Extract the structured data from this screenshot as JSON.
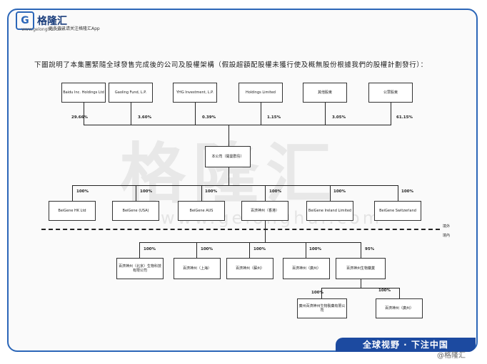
{
  "header": {
    "logo_mark": "G",
    "logo_text": "格隆汇",
    "logo_url": "www.gelonghui.com",
    "logo_sub": "更多资讯请关注格隆汇App"
  },
  "title": "下圖說明了本集團緊隨全球發售完成後的公司及股權架構（假設超額配股權未獲行使及概無股份根據我們的股權計劃發行）：",
  "top_shareholders": [
    {
      "label": "Baidu Inc. Holdings Ltd",
      "pct": "29.66%"
    },
    {
      "label": "Gaoling Fund, L.P.",
      "pct": "3.60%"
    },
    {
      "label": "YHG Investment, L.P.",
      "pct": "0.39%"
    },
    {
      "label": "Holdings Limited",
      "pct": "1.15%"
    },
    {
      "label": "其他股東",
      "pct": "3.05%"
    },
    {
      "label": "公眾股東",
      "pct": "61.15%"
    }
  ],
  "company": {
    "label": "本公司（開曼群島）"
  },
  "subsidiaries": [
    {
      "label": "BeiGene HK Ltd",
      "pct": "100%"
    },
    {
      "label": "BeiGene (USA)",
      "pct": "100%"
    },
    {
      "label": "BeiGene AUS",
      "pct": "100%"
    },
    {
      "label": "百濟神州（香港）",
      "pct": "100%"
    },
    {
      "label": "BeiGene Ireland Limited",
      "pct": "100%"
    },
    {
      "label": "BeiGene Switzerland",
      "pct": "100%"
    }
  ],
  "labels": {
    "offshore": "境外",
    "onshore": "境內"
  },
  "prc_entities": [
    {
      "label": "百濟神州（北京）生物科技有限公司",
      "pct": "100%"
    },
    {
      "label": "百濟神州（上海）",
      "pct": "100%"
    },
    {
      "label": "百濟神州（蘇州）",
      "pct": "100%"
    },
    {
      "label": "百濟神州（廣州）",
      "pct": "100%"
    },
    {
      "label": "百濟神州生物藥業",
      "pct": "95%"
    }
  ],
  "prc_children": [
    {
      "label": "廣州百濟神州生物製藥有限公司",
      "pct": "100%"
    },
    {
      "label": "百濟神州（廣州）",
      "pct": "100%"
    }
  ],
  "watermark": {
    "big": "格隆汇",
    "url": "www.gelonghui.com"
  },
  "footer": {
    "slogan": "全球视野 · 下注中国",
    "credit": "@格隆汇"
  }
}
